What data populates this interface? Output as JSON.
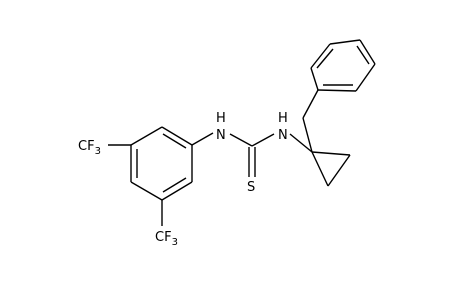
{
  "molecule": {
    "atoms": {
      "cf3_top": {
        "main": "CF",
        "sub": "3"
      },
      "cf3_bottom": {
        "main": "CF",
        "sub": "3"
      },
      "nh_left": "N",
      "h_left": "H",
      "nh_right": "N",
      "h_right": "H",
      "sulfur": "S"
    }
  }
}
